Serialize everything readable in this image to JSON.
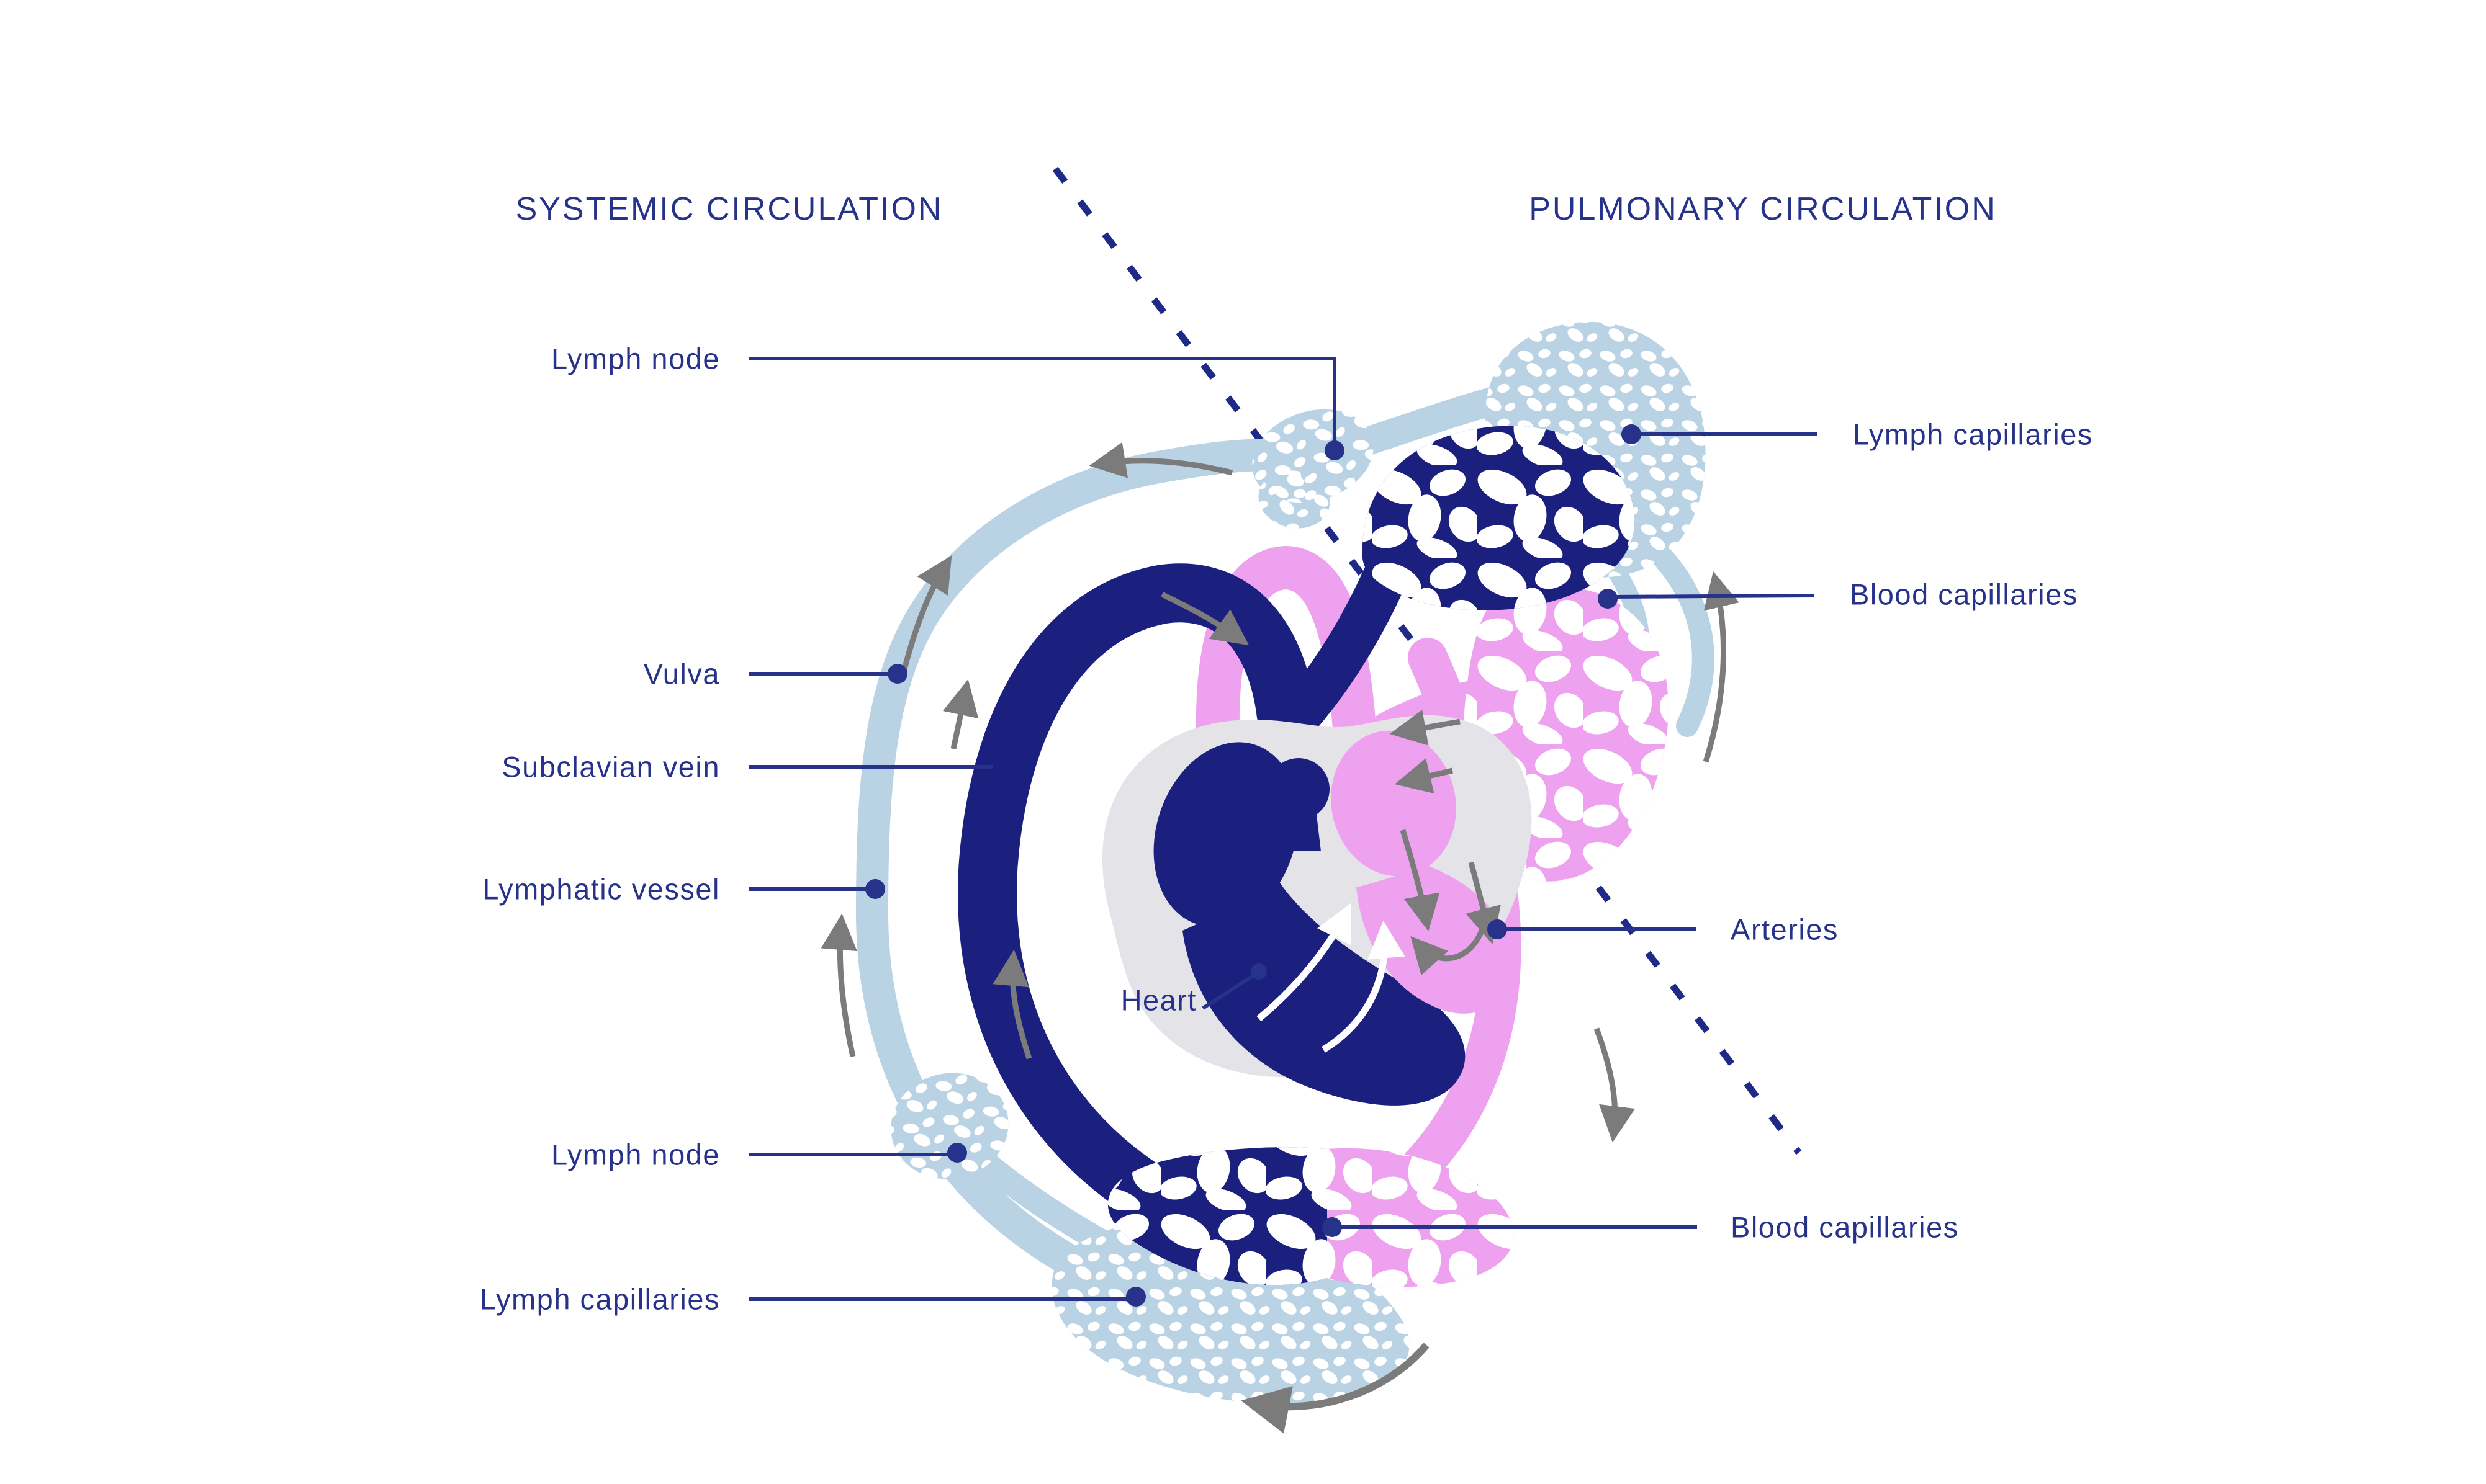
{
  "diagram": {
    "title_left": "SYSTEMIC CIRCULATION",
    "title_right": "PULMONARY CIRCULATION",
    "heart_label": "Heart",
    "left_labels": {
      "lymph_node_top": "Lymph node",
      "vulva": "Vulva",
      "subclavian_vein": "Subclavian vein",
      "lymphatic_vessel": "Lymphatic vessel",
      "lymph_node_bottom": "Lymph node",
      "lymph_capillaries": "Lymph capillaries"
    },
    "right_labels": {
      "lymph_capillaries": "Lymph capillaries",
      "blood_capillaries_top": "Blood capillaries",
      "arteries": "Arteries",
      "blood_capillaries_bottom": "Blood capillaries"
    },
    "colors": {
      "label_text": "#27328a",
      "divider_navy": "#1f2a87",
      "vein_navy": "#1b1f7e",
      "artery_pink": "#eea1ee",
      "lymph_blue": "#b9d2e4",
      "arrow_grey": "#7b7b7b",
      "heart_outline_grey": "#e4e4e8",
      "background": "#ffffff"
    }
  }
}
